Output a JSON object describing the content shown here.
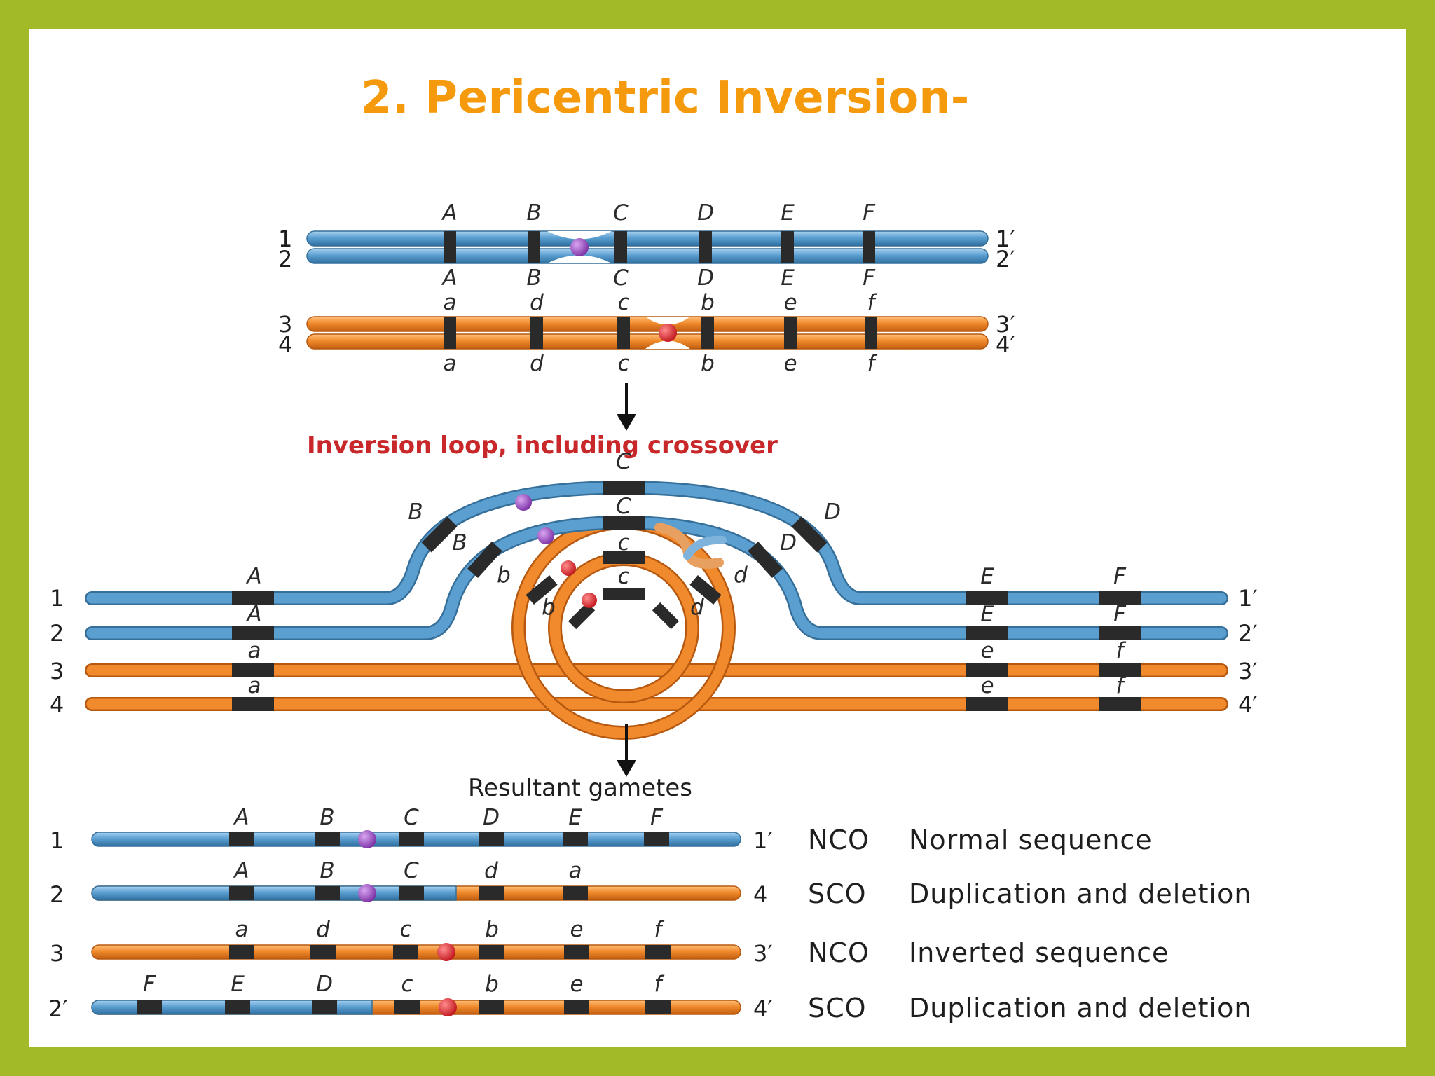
{
  "title": "2. Pericentric Inversion-",
  "colors": {
    "frame": "#a2b928",
    "title": "#f59a0c",
    "blue_chromosome": "#5b9fd1",
    "orange_chromosome": "#f08a2c",
    "band": "#2a2a2a",
    "centromere_blue": "#9b4fc2",
    "centromere_orange": "#e8323a",
    "loop_label": "#c8282a"
  },
  "top": {
    "blue_strands": [
      {
        "left": "1",
        "right": "1′"
      },
      {
        "left": "2",
        "right": "2′"
      }
    ],
    "orange_strands": [
      {
        "left": "3",
        "right": "3′"
      },
      {
        "left": "4",
        "right": "4′"
      }
    ],
    "blue_genes": [
      "A",
      "B",
      "C",
      "D",
      "E",
      "F"
    ],
    "orange_genes": [
      "a",
      "d",
      "c",
      "b",
      "e",
      "f"
    ]
  },
  "loop_heading": "Inversion loop, including crossover",
  "loop": {
    "strands": [
      {
        "left": "1",
        "right": "1′"
      },
      {
        "left": "2",
        "right": "2′"
      },
      {
        "left": "3",
        "right": "3′"
      },
      {
        "left": "4",
        "right": "4′"
      }
    ],
    "outer_labels": {
      "A1": "A",
      "A2": "A",
      "B1": "B",
      "B2": "B",
      "C1": "C",
      "C2": "C",
      "D1": "D",
      "D2": "D",
      "E1": "E",
      "E2": "E",
      "F1": "F",
      "F2": "F"
    },
    "inner_labels": {
      "a3": "a",
      "a4": "a",
      "b3": "b",
      "b4": "b",
      "c3": "c",
      "c4": "c",
      "d3": "d",
      "d4": "d",
      "e3": "e",
      "e4": "e",
      "f3": "f",
      "f4": "f"
    }
  },
  "gametes_heading": "Resultant gametes",
  "gametes": [
    {
      "left": "1",
      "right": "1′",
      "genes": [
        "A",
        "B",
        "C",
        "D",
        "E",
        "F"
      ],
      "type": "NCO",
      "description": "Normal sequence"
    },
    {
      "left": "2",
      "right": "4",
      "genes": [
        "A",
        "B",
        "C",
        "d",
        "a"
      ],
      "type": "SCO",
      "description": "Duplication and deletion"
    },
    {
      "left": "3",
      "right": "3′",
      "genes": [
        "a",
        "d",
        "c",
        "b",
        "e",
        "f"
      ],
      "type": "NCO",
      "description": "Inverted sequence"
    },
    {
      "left": "2′",
      "right": "4′",
      "genes": [
        "F",
        "E",
        "D",
        "c",
        "b",
        "e",
        "f"
      ],
      "type": "SCO",
      "description": "Duplication and deletion"
    }
  ]
}
